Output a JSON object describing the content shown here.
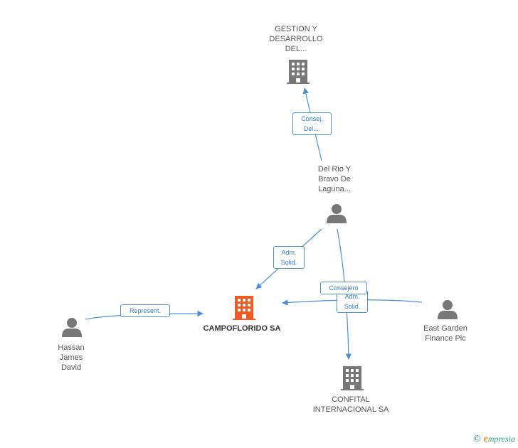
{
  "colors": {
    "edge": "#4a90d9",
    "node_gray": "#777777",
    "node_main": "#f15a24"
  },
  "nodes": {
    "gestion": {
      "label": "GESTION Y\nDESARROLLO\nDEL...",
      "icon": "building-icon"
    },
    "delrio": {
      "label": "Del Rio Y\nBravo De\nLaguna...",
      "icon": "person-icon"
    },
    "campoflorido": {
      "label": "CAMPOFLORIDO SA",
      "icon": "building-icon"
    },
    "hassan": {
      "label": "Hassan\nJames\nDavid",
      "icon": "person-icon"
    },
    "eastgarden": {
      "label": "East Garden\nFinance Plc",
      "icon": "person-icon"
    },
    "confital": {
      "label": "CONFITAL\nINTERNACIONAL SA",
      "icon": "building-icon"
    }
  },
  "edges": {
    "consej": "Consej.\nDel....",
    "adm1": "Adm.\nSolid.",
    "represent": "Represent.",
    "consejero": "Consejero",
    "adm2": "Adm.\nSolid."
  },
  "brand": {
    "copyright": "©",
    "e": "e",
    "rest": "mpresia"
  }
}
